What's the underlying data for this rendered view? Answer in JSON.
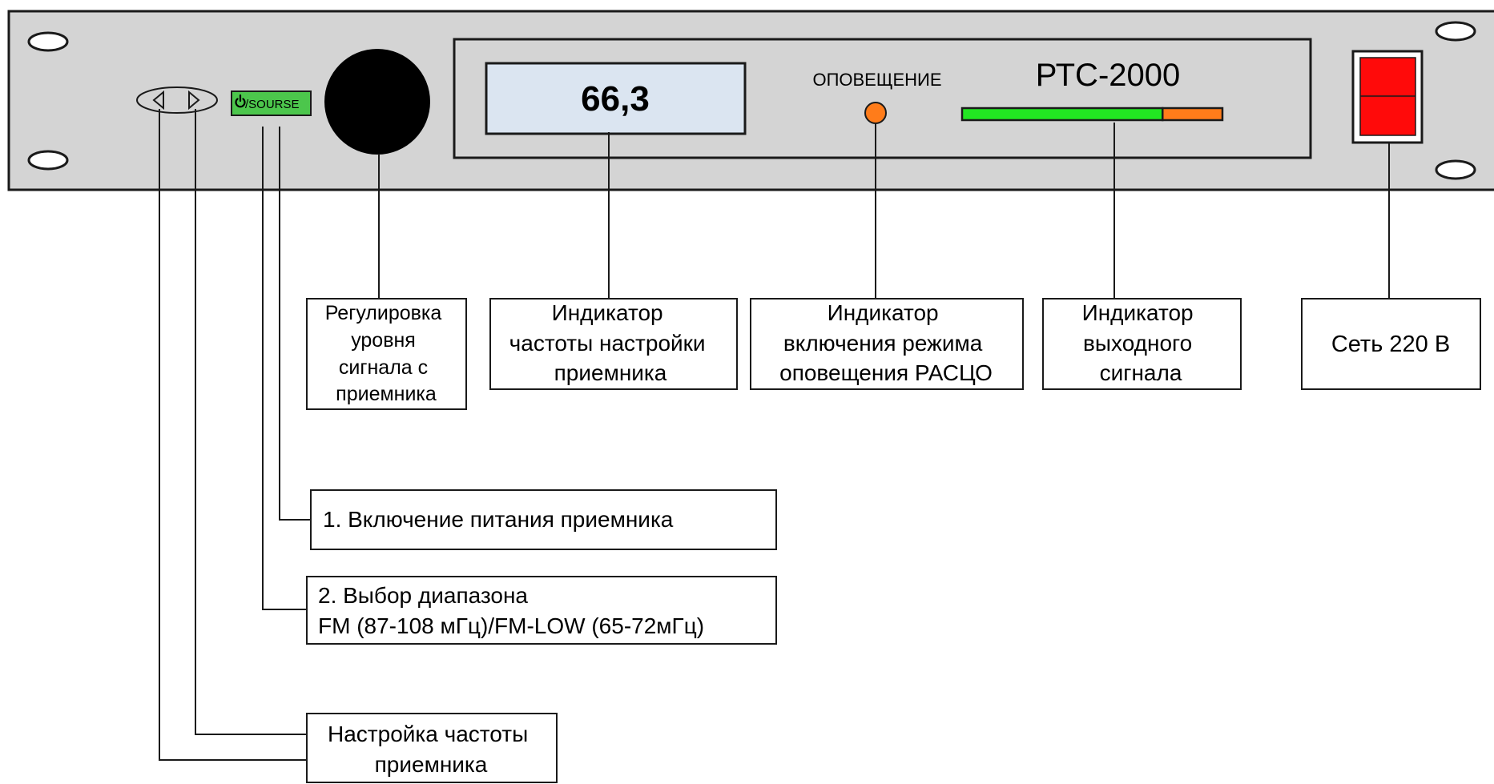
{
  "device": {
    "model": "РТС-2000",
    "frequency_display": "66,3",
    "alert_label": "ОПОВЕЩЕНИЕ",
    "source_button_label": "/SOURSE",
    "output_level_meter": {
      "green_fraction": 0.77,
      "orange_fraction": 0.23
    }
  },
  "callouts": {
    "volume": [
      "Регулировка",
      "уровня",
      "сигнала с",
      "приемника"
    ],
    "frequency_indicator": [
      "Индикатор",
      "частоты настройки",
      "приемника"
    ],
    "alert_indicator": [
      "Индикатор",
      "включения режима",
      "оповещения РАСЦО"
    ],
    "output_indicator": [
      "Индикатор",
      "выходного",
      "сигнала"
    ],
    "mains": [
      "Сеть 220 В"
    ],
    "power": [
      "1. Включение питания приемника"
    ],
    "band": [
      "2. Выбор диапазона",
      "FM (87-108 мГц)/FM-LOW (65-72мГц)"
    ],
    "tuning": [
      "Настройка частоты",
      "приемника"
    ]
  },
  "colors": {
    "panel": "#d4d4d4",
    "display": "#dbe5f1",
    "button_green": "#4cc64c",
    "led_orange": "#ff7c1a",
    "meter_green": "#22e622",
    "meter_orange": "#ff7c1a",
    "power_switch_red": "#ff0a0a",
    "knob": "#000000"
  }
}
